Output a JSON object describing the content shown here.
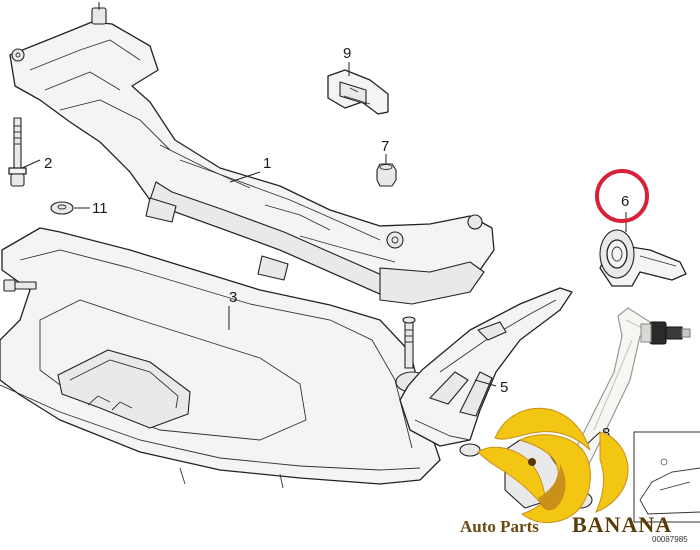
{
  "callouts": [
    {
      "id": "1",
      "text": "1"
    },
    {
      "id": "2",
      "text": "2"
    },
    {
      "id": "3",
      "text": "3"
    },
    {
      "id": "5",
      "text": "5"
    },
    {
      "id": "6",
      "text": "6"
    },
    {
      "id": "7",
      "text": "7"
    },
    {
      "id": "8",
      "text": "8"
    },
    {
      "id": "9",
      "text": "9"
    },
    {
      "id": "11",
      "text": "11"
    }
  ],
  "catalog_number": "00087985",
  "watermark": {
    "line1": "Auto Parts",
    "line2": "BANANA"
  },
  "colors": {
    "highlight_circle": "#d6213a",
    "linework": "#222222",
    "banana_yellow": "#f3c614",
    "banana_shadow": "#c9901a",
    "banana_tip": "#5a3a08"
  }
}
